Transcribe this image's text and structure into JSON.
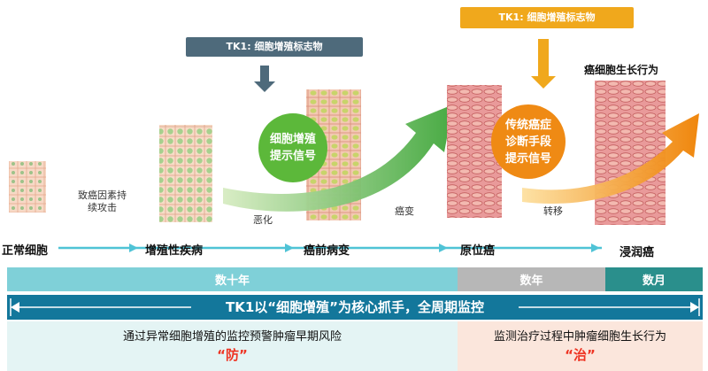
{
  "tk_markers": [
    {
      "label": "TK1: 细胞增殖标志物",
      "color": "#4e6a7b"
    },
    {
      "label": "TK1: 细胞增殖标志物",
      "color": "#f0a81c"
    }
  ],
  "right_title": "癌细胞生长行为",
  "bubbles": {
    "green": {
      "line1": "细胞增殖",
      "line2": "提示信号",
      "color": "#5cb83a"
    },
    "orange": {
      "line1": "传统癌症",
      "line2": "诊断手段",
      "line3": "提示信号",
      "color": "#ef8a14"
    }
  },
  "stages": [
    "正常细胞",
    "增殖性疾病",
    "癌前病变",
    "原位癌",
    "浸润癌"
  ],
  "steps": {
    "s1": "致癌因素持",
    "s1b": "续攻击",
    "s2": "恶化",
    "s3": "癌变",
    "s4": "转移"
  },
  "timeline": {
    "decades": "数十年",
    "years": "数年",
    "months": "数月",
    "colors": {
      "decades": "#7fd0d8",
      "years": "#b7b7b7",
      "months": "#2a8f8c"
    }
  },
  "banner": "TK1以“细胞增殖”为核心抓手，全周期监控",
  "bottom": {
    "left_text": "通过异常细胞增殖的监控预警肿瘤早期风险",
    "left_mark": "“防”",
    "right_text": "监测治疗过程中肿瘤细胞生长行为",
    "right_mark": "“治”"
  }
}
